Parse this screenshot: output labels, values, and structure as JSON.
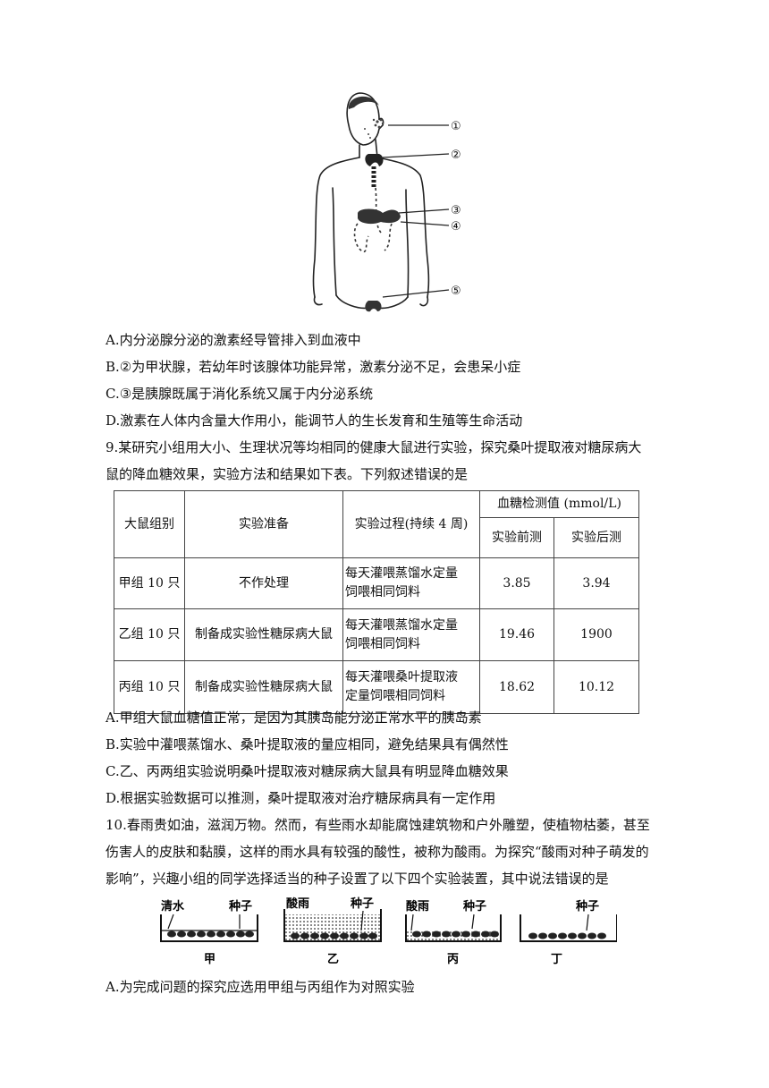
{
  "figure_body": {
    "markers": [
      "①",
      "②",
      "③",
      "④",
      "⑤"
    ]
  },
  "q8_options": [
    "A.内分泌腺分泌的激素经导管排入到血液中",
    "B.②为甲状腺，若幼年时该腺体功能异常，激素分泌不足，会患呆小症",
    "C.③是胰腺既属于消化系统又属于内分泌系统",
    "D.激素在人体内含量大作用小，能调节人的生长发育和生殖等生命活动"
  ],
  "q9": {
    "stem": "9.某研究小组用大小、生理状况等均相同的健康大鼠进行实验，探究桑叶提取液对糖尿病大鼠的降血糖效果，实验方法和结果如下表。下列叙述错误的是",
    "table": {
      "headers": {
        "group": "大鼠组别",
        "prep": "实验准备",
        "process": "实验过程(持续 4 周)",
        "glucose": "血糖检测值 (mmol/L)",
        "before": "实验前测",
        "after": "实验后测"
      },
      "rows": [
        {
          "group": "甲组 10 只",
          "prep": "不作处理",
          "process_1": "每天灌喂蒸馏水定量",
          "process_2": "饲喂相同饲料",
          "before": "3.85",
          "after": "3.94"
        },
        {
          "group": "乙组 10 只",
          "prep": "制备成实验性糖尿病大鼠",
          "process_1": "每天灌喂蒸馏水定量",
          "process_2": "饲喂相同饲料",
          "before": "19.46",
          "after": "1900"
        },
        {
          "group": "丙组 10 只",
          "prep": "制备成实验性糖尿病大鼠",
          "process_1": "每天灌喂桑叶提取液",
          "process_2": "定量饲喂相同饲料",
          "before": "18.62",
          "after": "10.12"
        }
      ]
    },
    "options": [
      "A.甲组大鼠血糖值正常，是因为其胰岛能分泌正常水平的胰岛素",
      "B.实验中灌喂蒸馏水、桑叶提取液的量应相同，避免结果具有偶然性",
      "C.乙、丙两组实验说明桑叶提取液对糖尿病大鼠具有明显降血糖效果",
      "D.根据实验数据可以推测，桑叶提取液对治疗糖尿病具有一定作用"
    ]
  },
  "q10": {
    "stem": "10.春雨贵如油，滋润万物。然而，有些雨水却能腐蚀建筑物和户外雕塑，使植物枯萎，甚至伤害人的皮肤和黏膜，这样的雨水具有较强的酸性，被称为酸雨。为探究“酸雨对种子萌发的影响”，兴趣小组的同学选择适当的种子设置了以下四个实验装置，其中说法错误的是",
    "figure": {
      "setups": [
        {
          "liquid": "清水",
          "seed": "种子",
          "caption": "甲"
        },
        {
          "liquid": "酸雨",
          "seed": "种子",
          "caption": "乙"
        },
        {
          "liquid": "酸雨",
          "seed": "种子",
          "caption": "丙"
        },
        {
          "liquid": "",
          "seed": "种子",
          "caption": "丁"
        }
      ]
    },
    "options": [
      "A.为完成问题的探究应选用甲组与丙组作为对照实验"
    ]
  }
}
